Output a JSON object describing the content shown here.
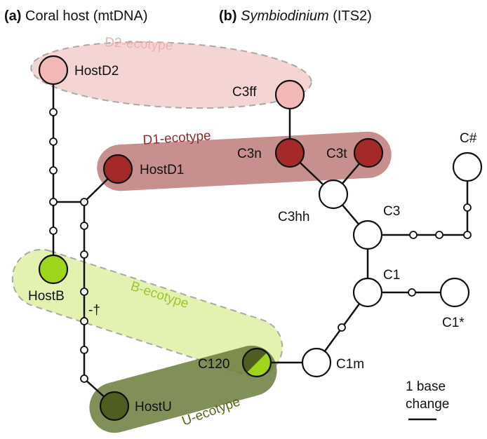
{
  "titles": {
    "a_letter": "(a)",
    "a_text": " Coral host (mtDNA)",
    "b_letter": "(b)",
    "b_text_italic": "Symbiodinium",
    "b_text": " (ITS2)"
  },
  "ecotypes": {
    "d2": {
      "label": "D2-ecotype",
      "fill": "#f2c5c5",
      "text_color": "#eeb1b1"
    },
    "d1": {
      "label": "D1-ecotype",
      "fill": "#b56a6a",
      "text_color": "#9a2828"
    },
    "b": {
      "label": "B-ecotype",
      "fill": "#ddef9d",
      "text_color": "#9bc72d"
    },
    "u": {
      "label": "U-ecotype",
      "fill": "#7d8d52",
      "text_color": "#59671f"
    }
  },
  "node_colors": {
    "pink": "#f2b8b8",
    "red": "#a42a2a",
    "lime": "#9fd51a",
    "olive": "#4f5e20",
    "white": "#ffffff"
  },
  "host_nodes": {
    "hostd2": "HostD2",
    "hostd1": "HostD1",
    "hostb": "HostB",
    "hostu": "HostU"
  },
  "symbiont_nodes": {
    "c3ff": "C3ff",
    "c3n": "C3n",
    "c3t": "C3t",
    "c3hh": "C3hh",
    "c3": "C3",
    "c_hash": "C#",
    "c1": "C1",
    "c1_star": "C1*",
    "c1m": "C1m",
    "c120": "C120"
  },
  "dagger_label": "-†",
  "scale": {
    "line1": "1 base",
    "line2": "change"
  }
}
